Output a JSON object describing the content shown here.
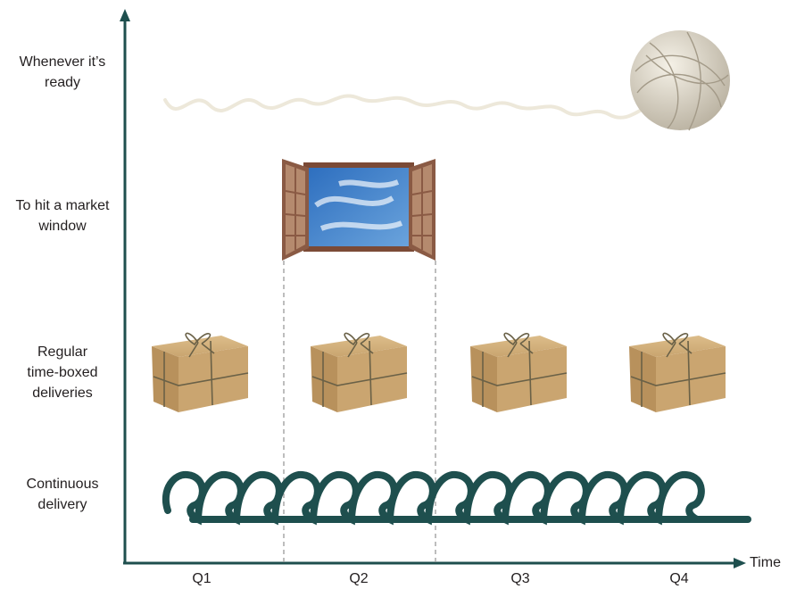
{
  "rows": [
    {
      "label_line1": "Whenever it’s",
      "label_line2": "ready",
      "icon": "yarn-ball-icon"
    },
    {
      "label_line1": "To hit a market",
      "label_line2": "window",
      "icon": "open-window-icon"
    },
    {
      "label_line1": "Regular",
      "label_line2": "time-boxed",
      "label_line3": "deliveries",
      "icon": "parcel-icon"
    },
    {
      "label_line1": "Continuous",
      "label_line2": "delivery",
      "icon": "loop-line-icon"
    }
  ],
  "x_axis": {
    "label": "Time",
    "ticks": [
      "Q1",
      "Q2",
      "Q3",
      "Q4"
    ]
  },
  "colors": {
    "axis": "#1e4f4e",
    "loop": "#1e4f4e",
    "yarn": "#e8e2d2",
    "window_frame": "#8a5a44",
    "sky": "#3f7fc6",
    "parcel": "#c8a46f",
    "twine": "#6a6147",
    "dashed": "#9a9a9a"
  }
}
